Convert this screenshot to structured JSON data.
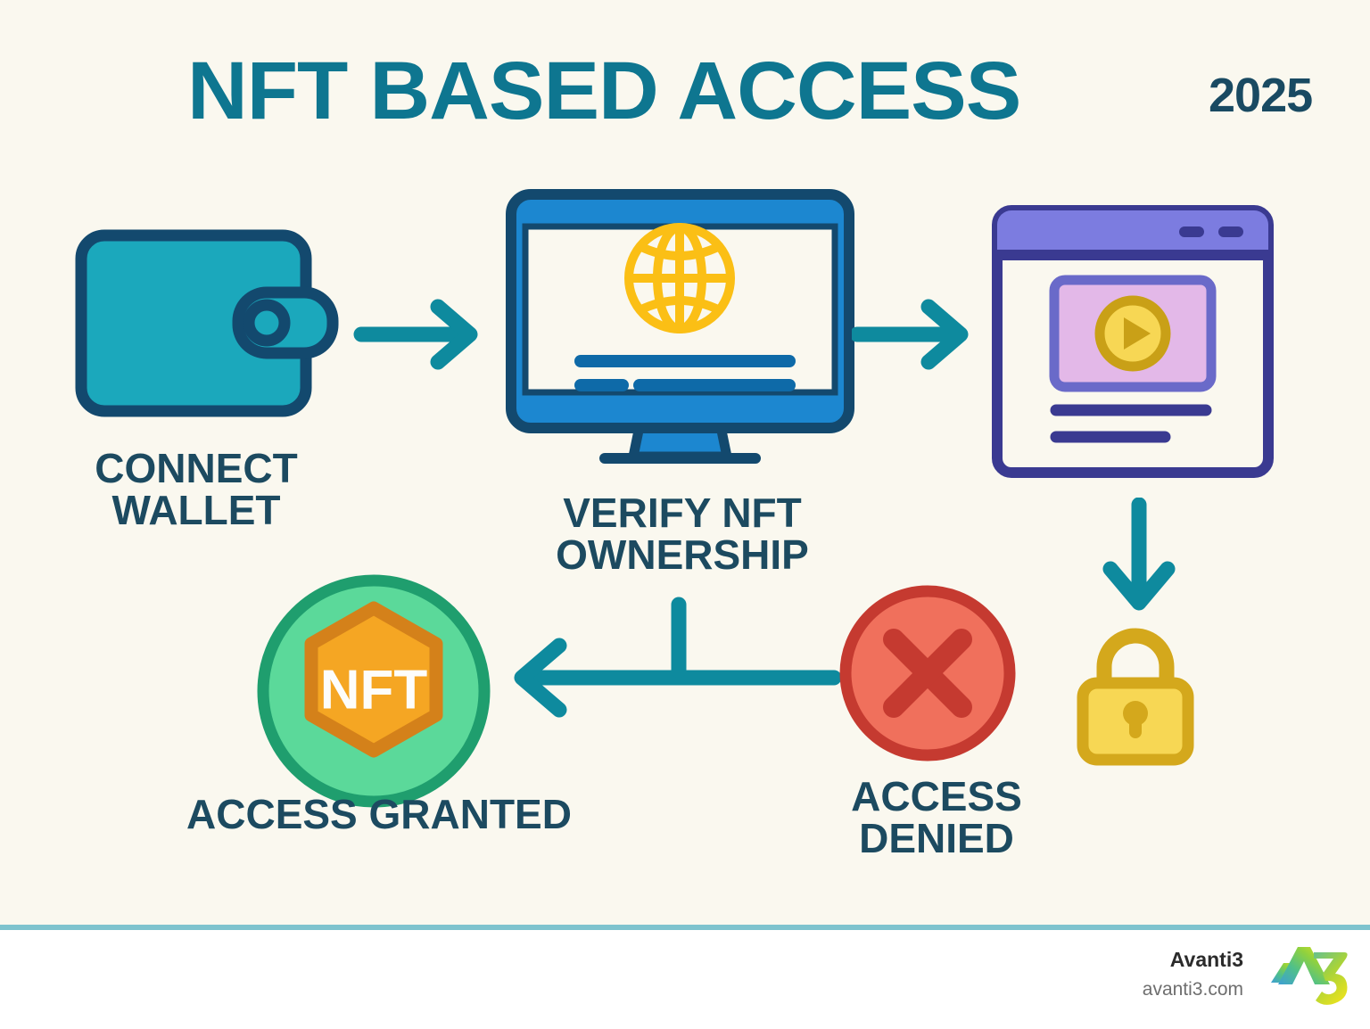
{
  "header": {
    "title": "NFT BASED ACCESS",
    "year": "2025"
  },
  "theme": {
    "background": "#faf8ef",
    "footer_background": "#ffffff",
    "divider": "#7ec3ce",
    "title_color": "#0e7690",
    "year_color": "#194a62",
    "label_color": "#1c4a60",
    "arrow_color": "#0e8a9e",
    "wallet_fill": "#1ba8bc",
    "wallet_stroke": "#13496e",
    "monitor_frame": "#1c87d0",
    "monitor_stroke": "#13496e",
    "globe_color": "#fbbf15",
    "browser_stroke": "#3a3a91",
    "browser_titlebar": "#7c7ce0",
    "browser_media": "#e3b8e8",
    "play_button": "#f7d754",
    "nft_circle_fill": "#5bd99a",
    "nft_circle_stroke": "#1f9e6e",
    "nft_hex_fill": "#f5a623",
    "nft_hex_stroke": "#d4811a",
    "denied_fill": "#f0705c",
    "denied_stroke": "#c53a30",
    "lock_body": "#f7d754",
    "lock_stroke": "#d4a81c"
  },
  "steps": [
    {
      "id": "connect-wallet",
      "label": "CONNECT\nWALLET",
      "icon": "wallet-icon"
    },
    {
      "id": "verify-nft",
      "label": "VERIFY NFT\nOWNERSHIP",
      "icon": "monitor-globe-icon"
    },
    {
      "id": "gated-content",
      "label": "",
      "icon": "browser-window-video-icon"
    },
    {
      "id": "locked",
      "label": "",
      "icon": "padlock-icon"
    },
    {
      "id": "access-denied",
      "label": "ACCESS\nDENIED",
      "icon": "circle-x-icon"
    },
    {
      "id": "access-granted",
      "label": "ACCESS GRANTED",
      "icon": "nft-badge-icon"
    }
  ],
  "labels": {
    "connect_wallet_line1": "CONNECT",
    "connect_wallet_line2": "WALLET",
    "verify_nft_line1": "VERIFY NFT",
    "verify_nft_line2": "OWNERSHIP",
    "access_granted": "ACCESS GRANTED",
    "access_denied_line1": "ACCESS",
    "access_denied_line2": "DENIED"
  },
  "badge": {
    "text": "NFT"
  },
  "connectors": [
    {
      "id": "wallet-to-monitor",
      "direction": "right"
    },
    {
      "id": "monitor-to-browser",
      "direction": "right"
    },
    {
      "id": "browser-to-lock",
      "direction": "down"
    },
    {
      "id": "verify-to-granted",
      "direction": "left-t-junction"
    }
  ],
  "footer": {
    "brand_name": "Avanti3",
    "brand_url": "avanti3.com",
    "logo": "a3-logo"
  }
}
